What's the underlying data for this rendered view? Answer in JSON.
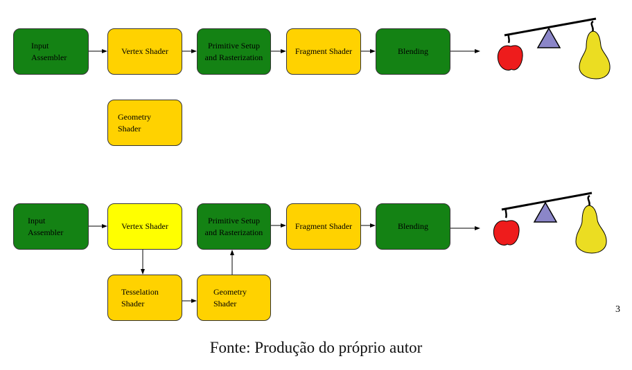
{
  "colors": {
    "stage_green": "#148214",
    "stage_gold": "#ffd200",
    "stage_yellow": "#ffff00",
    "apple": "#ee1c1c",
    "pear": "#ebdd22",
    "fulcrum": "#8b86c8"
  },
  "pipeline_top": {
    "input_assembler": "Input\nAssembler",
    "vertex_shader": "Vertex Shader",
    "primitive_setup": "Primitive Setup\nand Rasterization",
    "fragment_shader": "Fragment Shader",
    "blending": "Blending",
    "geometry_shader": "Geometry\nShader",
    "scale_icon": "apple-pear-balance-scale"
  },
  "pipeline_bottom": {
    "input_assembler": "Input\nAssembler",
    "vertex_shader": "Vertex Shader",
    "primitive_setup": "Primitive Setup\nand Rasterization",
    "fragment_shader": "Fragment Shader",
    "blending": "Blending",
    "tesselation_shader": "Tesselation\nShader",
    "geometry_shader": "Geometry\nShader",
    "scale_icon": "apple-pear-balance-scale"
  },
  "page_number": "3",
  "caption": "Fonte: Produção do próprio autor"
}
